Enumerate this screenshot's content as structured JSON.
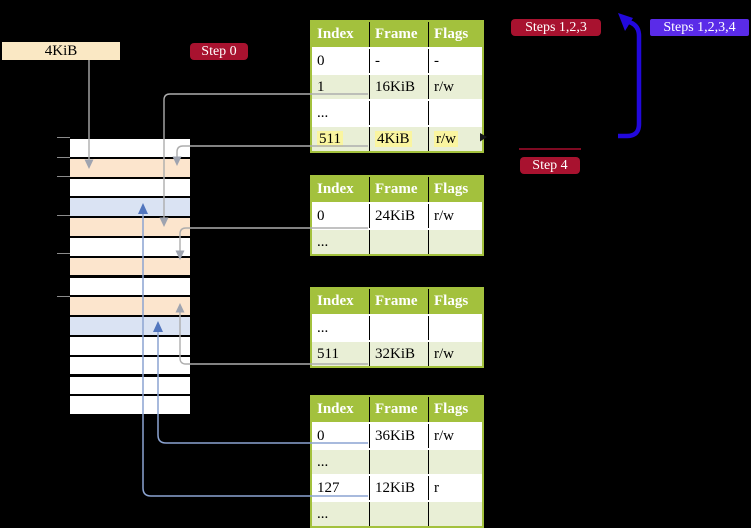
{
  "page_size_label": "4KiB",
  "badges": [
    {
      "id": "step-0",
      "text": "Step 0",
      "style": "red"
    },
    {
      "id": "steps-1-2-3",
      "text": "Steps 1,2,3",
      "style": "red"
    },
    {
      "id": "steps-1-2-3-4",
      "text": "Steps 1,2,3,4",
      "style": "blue"
    },
    {
      "id": "step-4",
      "text": "Step 4",
      "style": "red"
    }
  ],
  "tables": [
    {
      "id": "page-table-level-4",
      "headers": [
        "Index",
        "Frame",
        "Flags"
      ],
      "rows": [
        {
          "cells": [
            "0",
            "-",
            "-"
          ],
          "shaded": false,
          "highlight": false
        },
        {
          "cells": [
            "1",
            "16KiB",
            "r/w"
          ],
          "shaded": true,
          "highlight": false
        },
        {
          "cells": [
            "...",
            "",
            ""
          ],
          "shaded": false,
          "highlight": false
        },
        {
          "cells": [
            "511",
            "4KiB",
            "r/w"
          ],
          "shaded": true,
          "highlight": true
        }
      ]
    },
    {
      "id": "page-table-level-3",
      "headers": [
        "Index",
        "Frame",
        "Flags"
      ],
      "rows": [
        {
          "cells": [
            "0",
            "24KiB",
            "r/w"
          ],
          "shaded": false,
          "highlight": false
        },
        {
          "cells": [
            "...",
            "",
            ""
          ],
          "shaded": true,
          "highlight": false
        }
      ]
    },
    {
      "id": "page-table-level-2",
      "headers": [
        "Index",
        "Frame",
        "Flags"
      ],
      "rows": [
        {
          "cells": [
            "...",
            "",
            ""
          ],
          "shaded": false,
          "highlight": false
        },
        {
          "cells": [
            "511",
            "32KiB",
            "r/w"
          ],
          "shaded": true,
          "highlight": false
        }
      ]
    },
    {
      "id": "page-table-level-1",
      "headers": [
        "Index",
        "Frame",
        "Flags"
      ],
      "rows": [
        {
          "cells": [
            "0",
            "36KiB",
            "r/w"
          ],
          "shaded": false,
          "highlight": false
        },
        {
          "cells": [
            "...",
            "",
            ""
          ],
          "shaded": true,
          "highlight": false
        },
        {
          "cells": [
            "127",
            "12KiB",
            "r"
          ],
          "shaded": false,
          "highlight": false
        },
        {
          "cells": [
            "...",
            "",
            ""
          ],
          "shaded": true,
          "highlight": false
        }
      ]
    }
  ],
  "memory_strip": {
    "row_colors": [
      "white",
      "peach",
      "white",
      "blue",
      "peach",
      "white",
      "peach",
      "white",
      "peach",
      "blue",
      "white",
      "white",
      "white",
      "white"
    ]
  },
  "colors": {
    "background": "#000000",
    "table_green": "#A3C13D",
    "row_green": "#E9EFD6",
    "peach": "#FCE5CD",
    "light_blue": "#DAE3F3",
    "highlight_yellow": "#FAF5A0",
    "badge_red": "#A8122F",
    "badge_blue": "#5A2BE8",
    "thick_arrow_blue": "#2208DC",
    "connector_gray": "#ADADAD",
    "connector_blue": "#8CA4D2"
  }
}
